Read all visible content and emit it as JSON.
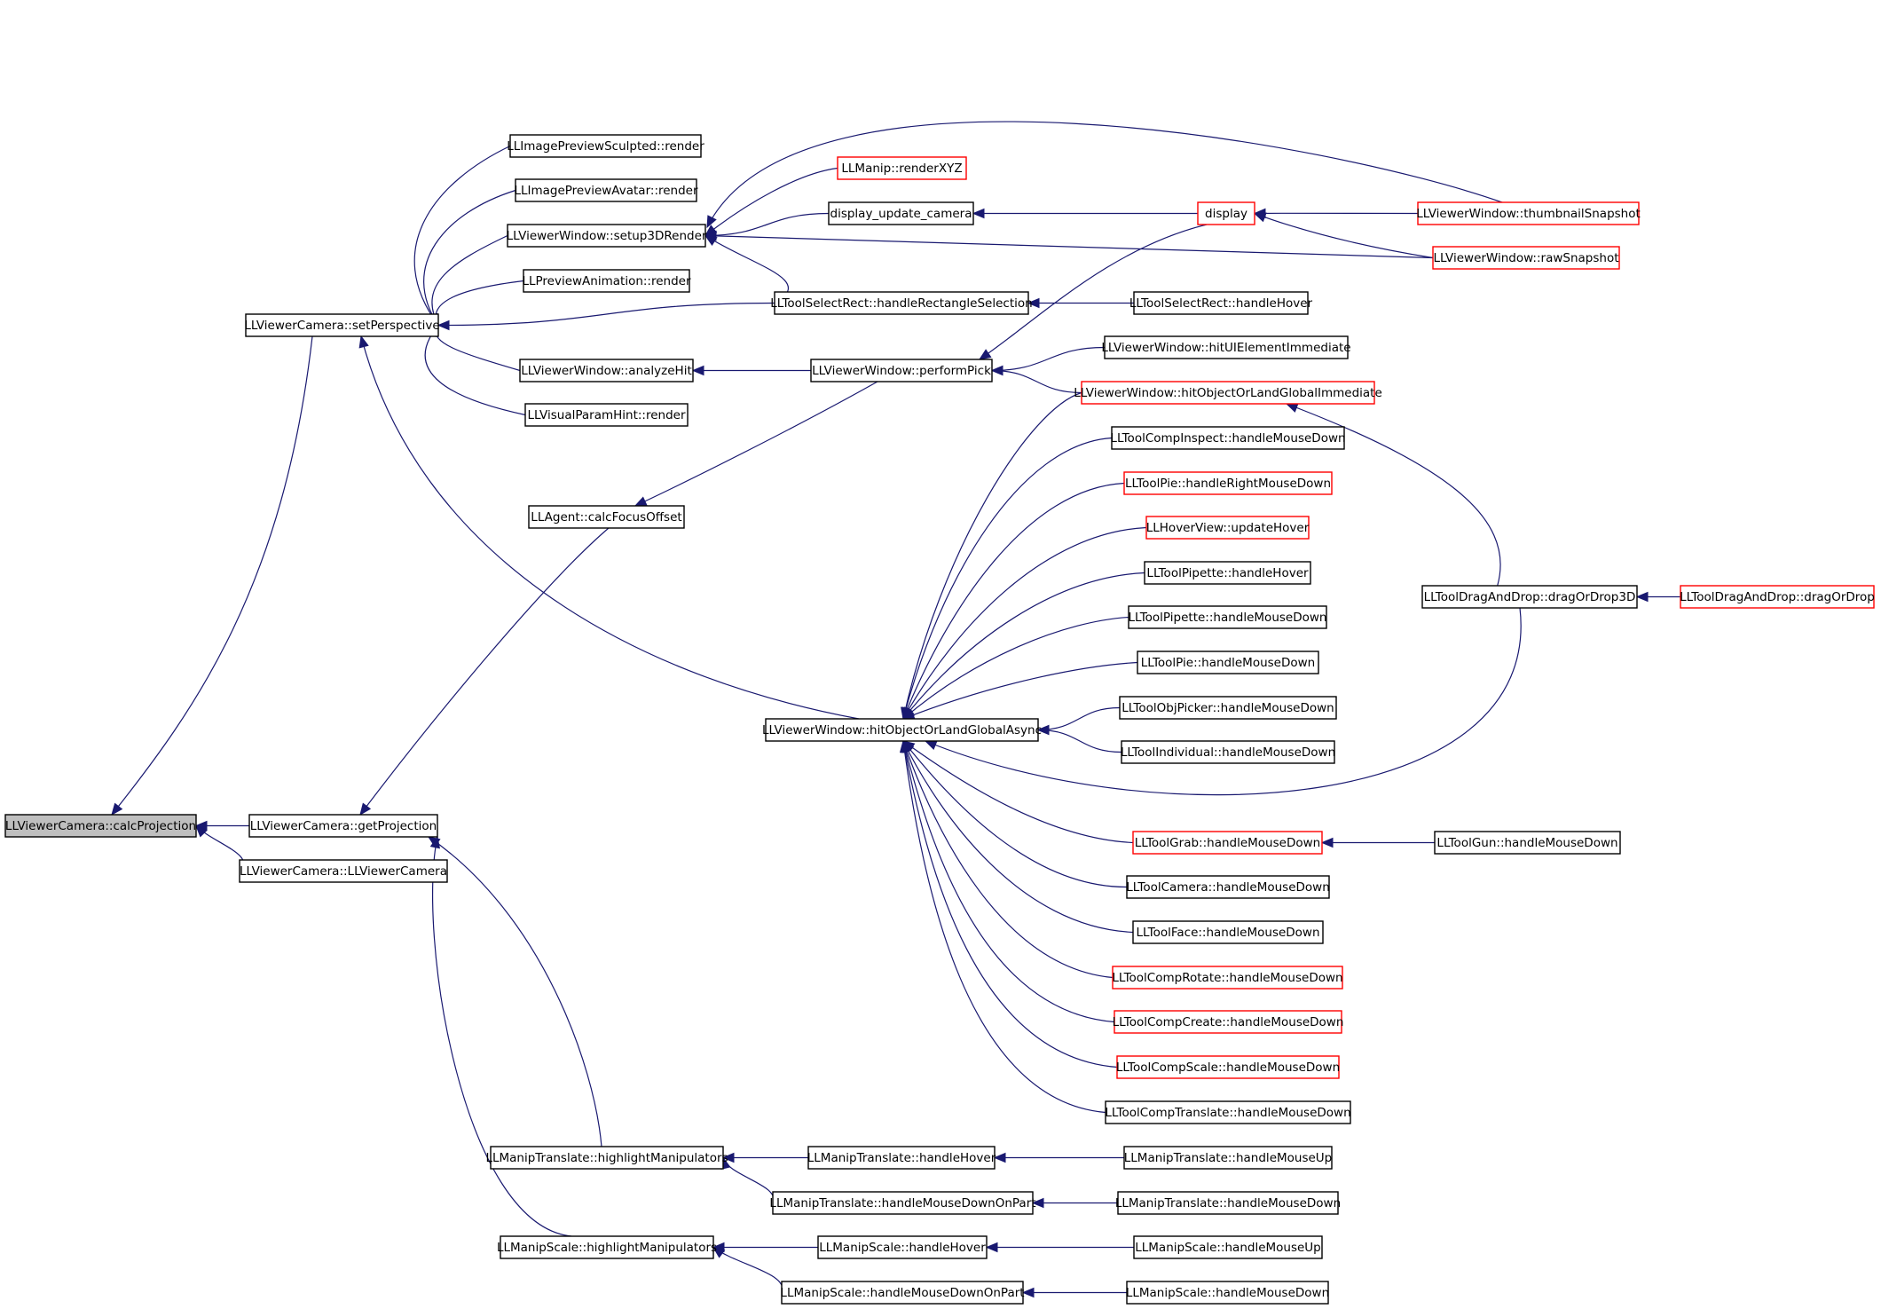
{
  "nodes": [
    {
      "id": "calcProjection",
      "label": "LLViewerCamera::calcProjection",
      "style": "root"
    },
    {
      "id": "getProjection",
      "label": "LLViewerCamera::getProjection",
      "style": "black"
    },
    {
      "id": "llViewerCameraCtor",
      "label": "LLViewerCamera::LLViewerCamera",
      "style": "black"
    },
    {
      "id": "setPerspective",
      "label": "LLViewerCamera::setPerspective",
      "style": "black"
    },
    {
      "id": "sculptedRender",
      "label": "LLImagePreviewSculpted::render",
      "style": "black"
    },
    {
      "id": "avatarRender",
      "label": "LLImagePreviewAvatar::render",
      "style": "black"
    },
    {
      "id": "setup3DRender",
      "label": "LLViewerWindow::setup3DRender",
      "style": "black"
    },
    {
      "id": "previewAnimRender",
      "label": "LLPreviewAnimation::render",
      "style": "black"
    },
    {
      "id": "analyzeHit",
      "label": "LLViewerWindow::analyzeHit",
      "style": "black"
    },
    {
      "id": "visualParamRender",
      "label": "LLVisualParamHint::render",
      "style": "black"
    },
    {
      "id": "calcFocusOffset",
      "label": "LLAgent::calcFocusOffset",
      "style": "black"
    },
    {
      "id": "manipTransHighlight",
      "label": "LLManipTranslate::highlightManipulators",
      "style": "black"
    },
    {
      "id": "manipScaleHighlight",
      "label": "LLManipScale::highlightManipulators",
      "style": "black"
    },
    {
      "id": "renderXYZ",
      "label": "LLManip::renderXYZ",
      "style": "red"
    },
    {
      "id": "displayUpdateCamera",
      "label": "display_update_camera",
      "style": "black"
    },
    {
      "id": "rectSelection",
      "label": "LLToolSelectRect::handleRectangleSelection",
      "style": "black"
    },
    {
      "id": "performPick",
      "label": "LLViewerWindow::performPick",
      "style": "black"
    },
    {
      "id": "hitAsync",
      "label": "LLViewerWindow::hitObjectOrLandGlobalAsync",
      "style": "black"
    },
    {
      "id": "manipTransHover",
      "label": "LLManipTranslate::handleHover",
      "style": "black"
    },
    {
      "id": "manipTransDownOnPart",
      "label": "LLManipTranslate::handleMouseDownOnPart",
      "style": "black"
    },
    {
      "id": "manipScaleHover",
      "label": "LLManipScale::handleHover",
      "style": "black"
    },
    {
      "id": "manipScaleDownOnPart",
      "label": "LLManipScale::handleMouseDownOnPart",
      "style": "black"
    },
    {
      "id": "display",
      "label": "display",
      "style": "red"
    },
    {
      "id": "selectRectHover",
      "label": "LLToolSelectRect::handleHover",
      "style": "black"
    },
    {
      "id": "hitUIElement",
      "label": "LLViewerWindow::hitUIElementImmediate",
      "style": "black"
    },
    {
      "id": "hitObjImmediate",
      "label": "LLViewerWindow::hitObjectOrLandGlobalImmediate",
      "style": "red"
    },
    {
      "id": "compInspectDown",
      "label": "LLToolCompInspect::handleMouseDown",
      "style": "black"
    },
    {
      "id": "pieRightDown",
      "label": "LLToolPie::handleRightMouseDown",
      "style": "red"
    },
    {
      "id": "hoverViewUpdate",
      "label": "LLHoverView::updateHover",
      "style": "red"
    },
    {
      "id": "pipetteHover",
      "label": "LLToolPipette::handleHover",
      "style": "black"
    },
    {
      "id": "pipetteDown",
      "label": "LLToolPipette::handleMouseDown",
      "style": "black"
    },
    {
      "id": "pieDown",
      "label": "LLToolPie::handleMouseDown",
      "style": "black"
    },
    {
      "id": "objPickerDown",
      "label": "LLToolObjPicker::handleMouseDown",
      "style": "black"
    },
    {
      "id": "individualDown",
      "label": "LLToolIndividual::handleMouseDown",
      "style": "black"
    },
    {
      "id": "grabDown",
      "label": "LLToolGrab::handleMouseDown",
      "style": "red"
    },
    {
      "id": "cameraDown",
      "label": "LLToolCamera::handleMouseDown",
      "style": "black"
    },
    {
      "id": "faceDown",
      "label": "LLToolFace::handleMouseDown",
      "style": "black"
    },
    {
      "id": "compRotateDown",
      "label": "LLToolCompRotate::handleMouseDown",
      "style": "red"
    },
    {
      "id": "compCreateDown",
      "label": "LLToolCompCreate::handleMouseDown",
      "style": "red"
    },
    {
      "id": "compScaleDown",
      "label": "LLToolCompScale::handleMouseDown",
      "style": "red"
    },
    {
      "id": "compTranslateDown",
      "label": "LLToolCompTranslate::handleMouseDown",
      "style": "black"
    },
    {
      "id": "manipTransUp",
      "label": "LLManipTranslate::handleMouseUp",
      "style": "black"
    },
    {
      "id": "manipTransDown",
      "label": "LLManipTranslate::handleMouseDown",
      "style": "black"
    },
    {
      "id": "manipScaleUp",
      "label": "LLManipScale::handleMouseUp",
      "style": "black"
    },
    {
      "id": "manipScaleDown",
      "label": "LLManipScale::handleMouseDown",
      "style": "black"
    },
    {
      "id": "thumbnailSnapshot",
      "label": "LLViewerWindow::thumbnailSnapshot",
      "style": "red"
    },
    {
      "id": "rawSnapshot",
      "label": "LLViewerWindow::rawSnapshot",
      "style": "red"
    },
    {
      "id": "dragOrDrop3D",
      "label": "LLToolDragAndDrop::dragOrDrop3D",
      "style": "black"
    },
    {
      "id": "dragOrDrop",
      "label": "LLToolDragAndDrop::dragOrDrop",
      "style": "red"
    },
    {
      "id": "gunDown",
      "label": "LLToolGun::handleMouseDown",
      "style": "black"
    }
  ],
  "edges": [
    {
      "from": "getProjection",
      "to": "calcProjection"
    },
    {
      "from": "llViewerCameraCtor",
      "to": "calcProjection"
    },
    {
      "from": "setPerspective",
      "to": "calcProjection"
    },
    {
      "from": "calcFocusOffset",
      "to": "getProjection"
    },
    {
      "from": "manipTransHighlight",
      "to": "getProjection"
    },
    {
      "from": "manipScaleHighlight",
      "to": "getProjection"
    },
    {
      "from": "sculptedRender",
      "to": "setPerspective"
    },
    {
      "from": "avatarRender",
      "to": "setPerspective"
    },
    {
      "from": "setup3DRender",
      "to": "setPerspective"
    },
    {
      "from": "previewAnimRender",
      "to": "setPerspective"
    },
    {
      "from": "rectSelection",
      "to": "setPerspective"
    },
    {
      "from": "analyzeHit",
      "to": "setPerspective"
    },
    {
      "from": "visualParamRender",
      "to": "setPerspective"
    },
    {
      "from": "hitAsync",
      "to": "setPerspective"
    },
    {
      "from": "renderXYZ",
      "to": "setup3DRender"
    },
    {
      "from": "thumbnailSnapshot",
      "to": "setup3DRender"
    },
    {
      "from": "displayUpdateCamera",
      "to": "setup3DRender"
    },
    {
      "from": "rawSnapshot",
      "to": "setup3DRender"
    },
    {
      "from": "rectSelection",
      "to": "setup3DRender"
    },
    {
      "from": "performPick",
      "to": "analyzeHit"
    },
    {
      "from": "performPick",
      "to": "calcFocusOffset"
    },
    {
      "from": "display",
      "to": "displayUpdateCamera"
    },
    {
      "from": "thumbnailSnapshot",
      "to": "display"
    },
    {
      "from": "rawSnapshot",
      "to": "display"
    },
    {
      "from": "selectRectHover",
      "to": "rectSelection"
    },
    {
      "from": "display",
      "to": "performPick"
    },
    {
      "from": "hitUIElement",
      "to": "performPick"
    },
    {
      "from": "hitObjImmediate",
      "to": "performPick"
    },
    {
      "from": "dragOrDrop3D",
      "to": "hitObjImmediate"
    },
    {
      "from": "dragOrDrop",
      "to": "dragOrDrop3D"
    },
    {
      "from": "hitObjImmediate",
      "to": "hitAsync"
    },
    {
      "from": "compInspectDown",
      "to": "hitAsync"
    },
    {
      "from": "pieRightDown",
      "to": "hitAsync"
    },
    {
      "from": "hoverViewUpdate",
      "to": "hitAsync"
    },
    {
      "from": "pipetteHover",
      "to": "hitAsync"
    },
    {
      "from": "pipetteDown",
      "to": "hitAsync"
    },
    {
      "from": "pieDown",
      "to": "hitAsync"
    },
    {
      "from": "objPickerDown",
      "to": "hitAsync"
    },
    {
      "from": "individualDown",
      "to": "hitAsync"
    },
    {
      "from": "dragOrDrop3D",
      "to": "hitAsync"
    },
    {
      "from": "grabDown",
      "to": "hitAsync"
    },
    {
      "from": "cameraDown",
      "to": "hitAsync"
    },
    {
      "from": "faceDown",
      "to": "hitAsync"
    },
    {
      "from": "compRotateDown",
      "to": "hitAsync"
    },
    {
      "from": "compCreateDown",
      "to": "hitAsync"
    },
    {
      "from": "compScaleDown",
      "to": "hitAsync"
    },
    {
      "from": "compTranslateDown",
      "to": "hitAsync"
    },
    {
      "from": "gunDown",
      "to": "grabDown"
    },
    {
      "from": "manipTransHover",
      "to": "manipTransHighlight"
    },
    {
      "from": "manipTransDownOnPart",
      "to": "manipTransHighlight"
    },
    {
      "from": "manipTransUp",
      "to": "manipTransHover"
    },
    {
      "from": "manipTransDown",
      "to": "manipTransDownOnPart"
    },
    {
      "from": "manipScaleHover",
      "to": "manipScaleHighlight"
    },
    {
      "from": "manipScaleDownOnPart",
      "to": "manipScaleHighlight"
    },
    {
      "from": "manipScaleUp",
      "to": "manipScaleHover"
    },
    {
      "from": "manipScaleDown",
      "to": "manipScaleDownOnPart"
    }
  ]
}
